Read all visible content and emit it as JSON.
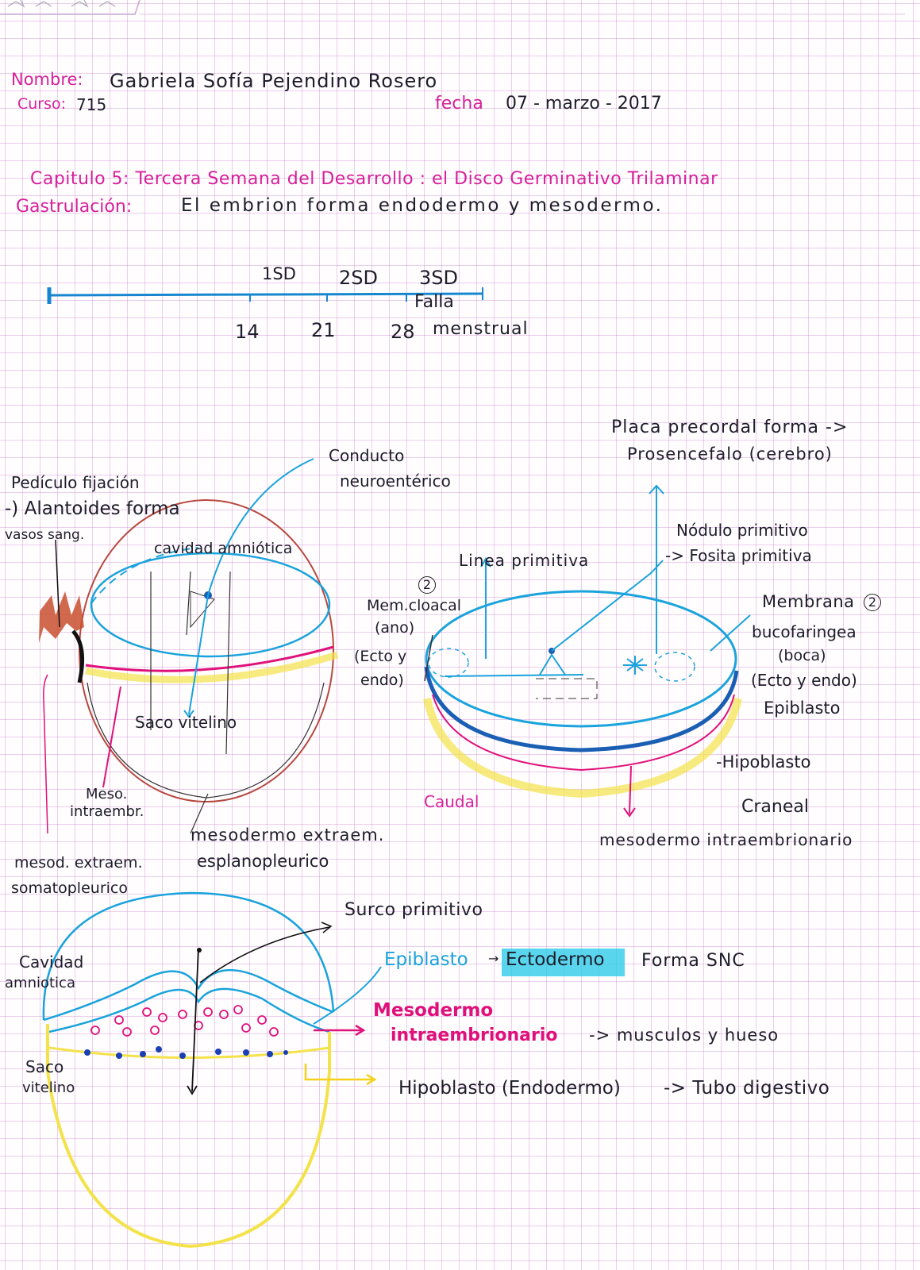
{
  "header": {
    "nombre_label": "Nombre:",
    "nombre_value": "Gabriela Sofía Pejendino Rosero",
    "curso_label": "Curso:",
    "curso_value": "715",
    "fecha_label": "fecha",
    "fecha_value": "07 - marzo - 2017"
  },
  "chapter": {
    "title": "Capitulo 5: Tercera Semana del Desarrollo : el Disco Germinativo Trilaminar",
    "gastrulacion_label": "Gastrulación:",
    "gastrulacion_text": "El embrion forma endodermo y mesodermo."
  },
  "timeline": {
    "weeks": [
      "1SD",
      "2SD",
      "3SD"
    ],
    "falla": "Falla",
    "days": [
      "14",
      "21",
      "28"
    ],
    "menstrual": "menstrual"
  },
  "diagram1": {
    "pediculo": "Pedículo fijación",
    "alantoides": "-) Alantoides forma",
    "vasos": "vasos sang.",
    "conducto1": "Conducto",
    "conducto2": "neuroentérico",
    "cavidad": "cavidad amniótica",
    "saco": "Saco vitelino",
    "meso1": "Meso.",
    "meso2": "intraembr.",
    "mesoEsp1": "mesodermo extraem.",
    "mesoEsp2": "esplanopleurico",
    "mesoSom1": "mesod. extraem.",
    "mesoSom2": "somatopleurico"
  },
  "diagram2": {
    "placa1": "Placa precordal forma ->",
    "placa2": "Prosencefalo (cerebro)",
    "nodulo": "Nódulo primitivo",
    "fosita": "-> Fosita primitiva",
    "linea": "Linea primitiva",
    "memCloacal1": "Mem.cloacal",
    "memCloacal2": "(ano)",
    "memCloacal3": "(Ecto y",
    "memCloacal4": "endo)",
    "num": "2",
    "membrana1": "Membrana",
    "membrana2": "bucofaringea",
    "membrana3": "(boca)",
    "membrana4": "(Ecto y endo)",
    "epiblasto": "Epiblasto",
    "hipoblasto": "-Hipoblasto",
    "caudal": "Caudal",
    "craneal": "Craneal",
    "mesoIntra": "mesodermo intraembrionario"
  },
  "diagram3": {
    "surco": "Surco primitivo",
    "cavidad1": "Cavidad",
    "cavidad2": "amniotica",
    "saco1": "Saco",
    "saco2": "vitelino",
    "epiblasto": "Epiblasto",
    "ectodermo": "Ectodermo",
    "formaSnc": "Forma SNC",
    "mesodermo1": "Mesodermo",
    "mesodermo2": "intraembrionario",
    "musculos": "-> musculos y hueso",
    "hipoblasto": "Hipoblasto (Endodermo)",
    "tubo": "-> Tubo digestivo"
  }
}
